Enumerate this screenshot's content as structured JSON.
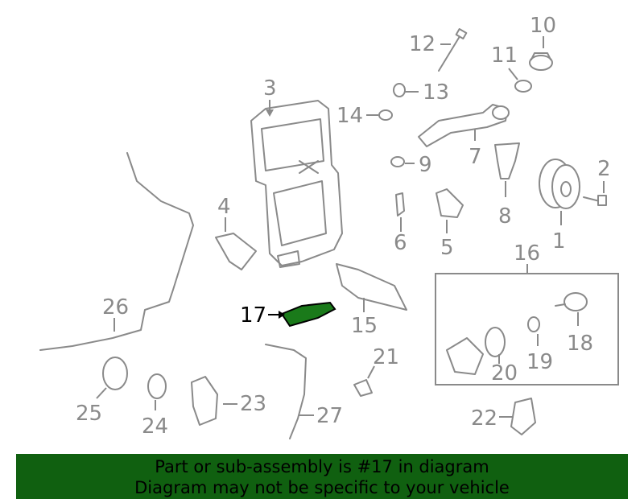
{
  "callouts": [
    {
      "id": "1",
      "label": "1"
    },
    {
      "id": "2",
      "label": "2"
    },
    {
      "id": "3",
      "label": "3"
    },
    {
      "id": "4",
      "label": "4"
    },
    {
      "id": "5",
      "label": "5"
    },
    {
      "id": "6",
      "label": "6"
    },
    {
      "id": "7",
      "label": "7"
    },
    {
      "id": "8",
      "label": "8"
    },
    {
      "id": "9",
      "label": "9"
    },
    {
      "id": "10",
      "label": "10"
    },
    {
      "id": "11",
      "label": "11"
    },
    {
      "id": "12",
      "label": "12"
    },
    {
      "id": "13",
      "label": "13"
    },
    {
      "id": "14",
      "label": "14"
    },
    {
      "id": "15",
      "label": "15"
    },
    {
      "id": "16",
      "label": "16"
    },
    {
      "id": "17",
      "label": "17"
    },
    {
      "id": "18",
      "label": "18"
    },
    {
      "id": "19",
      "label": "19"
    },
    {
      "id": "20",
      "label": "20"
    },
    {
      "id": "21",
      "label": "21"
    },
    {
      "id": "22",
      "label": "22"
    },
    {
      "id": "23",
      "label": "23"
    },
    {
      "id": "24",
      "label": "24"
    },
    {
      "id": "25",
      "label": "25"
    },
    {
      "id": "26",
      "label": "26"
    },
    {
      "id": "27",
      "label": "27"
    }
  ],
  "highlighted_part": "17",
  "colors": {
    "banner": "#106010",
    "highlight": "#1a7a1a",
    "line": "#8a8a8a"
  },
  "banner": {
    "line1": "Part or sub-assembly is #17 in diagram",
    "line2": "Diagram may not be specific to your vehicle"
  }
}
